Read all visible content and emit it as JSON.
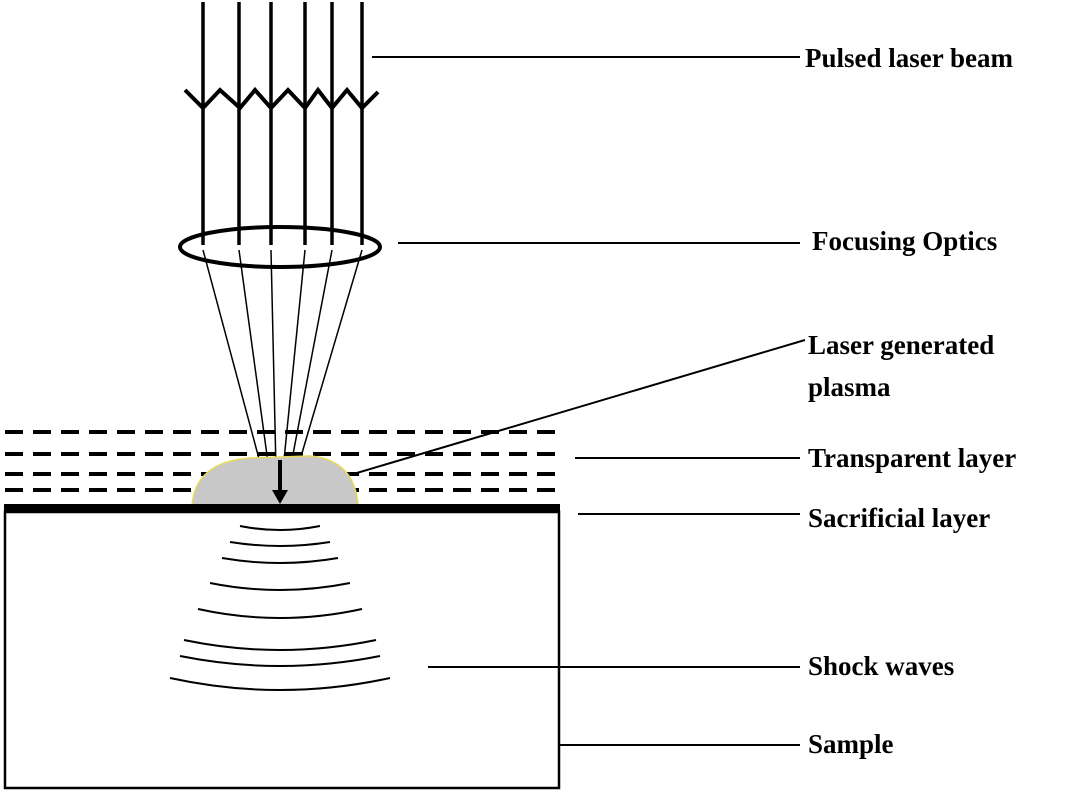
{
  "labels": {
    "pulsed_laser_beam": "Pulsed laser beam",
    "focusing_optics": "Focusing Optics",
    "plasma_line1": "Laser generated",
    "plasma_line2": "plasma",
    "transparent_layer": "Transparent layer",
    "sacrificial_layer": "Sacrificial layer",
    "shock_waves": "Shock waves",
    "sample": "Sample"
  },
  "colors": {
    "line": "#000000",
    "plasma": "#c8c8c8",
    "plasma_edge": "#e8d85a"
  }
}
